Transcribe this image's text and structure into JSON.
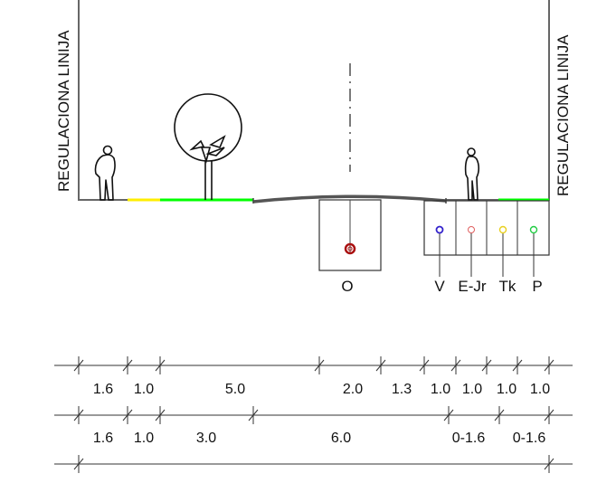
{
  "boundary_labels": {
    "left": "REGULACIONA LINIJA",
    "right": "REGULACIONA LINIJA"
  },
  "utility_labels": {
    "o": "O",
    "v": "V",
    "ejr": "E-Jr",
    "tk": "Tk",
    "p": "P"
  },
  "utility_colors": {
    "o": "#aa1111",
    "v": "#3322cc",
    "ejr": "#e06060",
    "tk": "#e8d020",
    "p": "#22cc44"
  },
  "surface_colors": {
    "bike_lane": "#ffee00",
    "green_strip": "#00ff00",
    "road": "#555555"
  },
  "dimension_row_1": [
    "1.6",
    "1.0",
    "5.0",
    "2.0",
    "1.3",
    "1.0",
    "1.0",
    "1.0",
    "1.0"
  ],
  "dimension_row_2": [
    "1.6",
    "1.0",
    "3.0",
    "6.0",
    "0-1.6",
    "0-1.6"
  ]
}
